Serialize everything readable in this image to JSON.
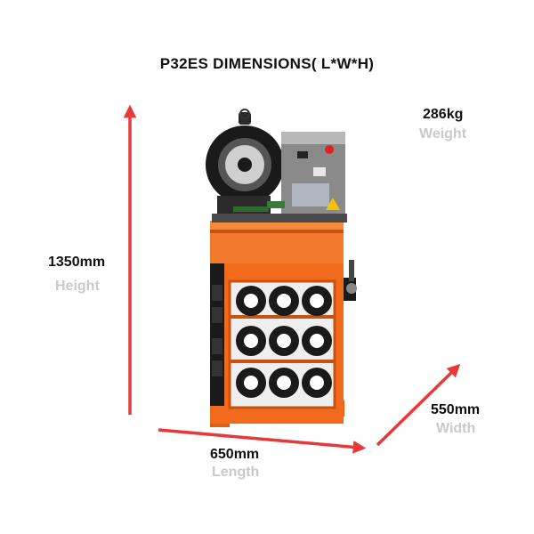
{
  "title": "P32ES  DIMENSIONS( L*W*H)",
  "weight": {
    "value": "286kg",
    "label": "Weight"
  },
  "height": {
    "value": "1350mm",
    "label": "Height"
  },
  "length": {
    "value": "650mm",
    "label": "Length"
  },
  "width": {
    "value": "550mm",
    "label": "Width"
  },
  "colors": {
    "arrow": "#e8383a",
    "machine_frame": "#f26a1b",
    "machine_dark": "#1a1a1a",
    "panel_grey": "#8a8a8a",
    "label_grey": "#c9c9c9"
  },
  "icons": [
    "crimping-machine-image",
    "up-arrow-icon",
    "right-arrow-icon",
    "diagonal-arrow-icon"
  ]
}
